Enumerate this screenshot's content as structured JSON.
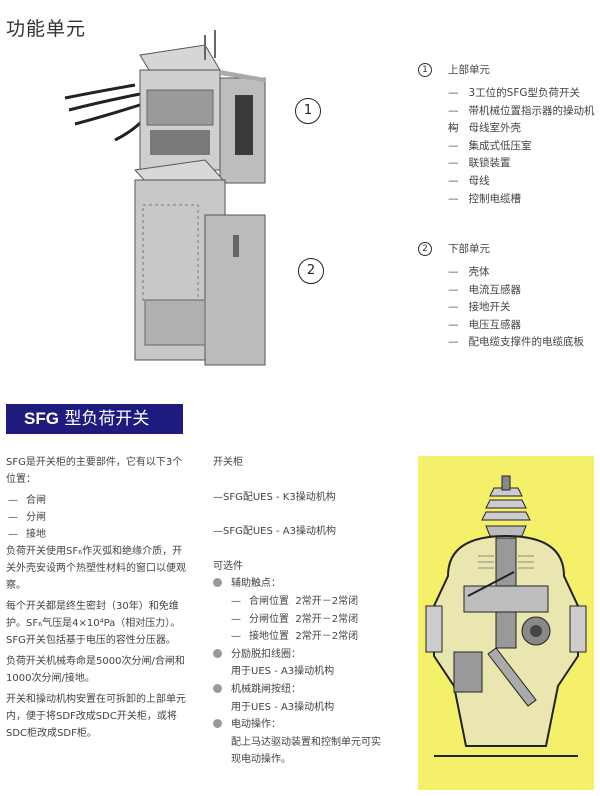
{
  "page_title": "功能单元",
  "upper": {
    "num": "1",
    "title": "上部单元",
    "items": [
      "3工位的SFG型负荷开关",
      "带机械位置指示器的操动机构",
      "母线室外壳",
      "集成式低压室",
      "联锁装置",
      "母线",
      "控制电缆槽"
    ]
  },
  "lower": {
    "num": "2",
    "title": "下部单元",
    "items": [
      "壳体",
      "电流互感器",
      "接地开关",
      "电压互感器",
      "配电缆支撑件的电缆底板"
    ]
  },
  "banner": {
    "bold": "SFG",
    "rest": " 型负荷开关"
  },
  "col1": {
    "intro": "SFG是开关柜的主要部件，它有以下3个位置：",
    "positions": [
      "合闸",
      "分闸",
      "接地"
    ],
    "p1": "负荷开关使用SF₆作灭弧和绝缘介质，开关外壳安设两个热塑性材料的窗口以便观察。",
    "p2": "每个开关都是终生密封（30年）和免维护。SF₆气压是4×10⁴Pa（相对压力）。SFG开关包括基于电压的容性分压器。",
    "p3": "负荷开关机械寿命是5000次分闸/合闸和1000次分闸/接地。",
    "p4": "开关和操动机构安置在可拆卸的上部单元内，便于将SDF改成SDC开关柜，或将SDC柜改成SDF柜。"
  },
  "col2": {
    "head": "开关柜",
    "mech": [
      "—SFG配UES - K3操动机构",
      "—SFG配UES - A3操动机构"
    ],
    "options_head": "可选件",
    "aux_title": "辅助触点：",
    "aux": [
      {
        "pos": "合闸位置",
        "val": "2常开－2常闭"
      },
      {
        "pos": "分闸位置",
        "val": "2常开－2常闭"
      },
      {
        "pos": "接地位置",
        "val": "2常开－2常闭"
      }
    ],
    "trip_title": "分励脱扣线圈：",
    "trip_val": "用于UES - A3操动机构",
    "btn_title": "机械跳闸按纽：",
    "btn_val": "用于UES - A3操动机构",
    "elec_title": "电动操作：",
    "elec_val1": "配上马达驱动装置和控制单元可实",
    "elec_val2": "现电动操作。"
  },
  "colors": {
    "banner": "#1e1a7e",
    "highlight": "#f4f06a"
  }
}
